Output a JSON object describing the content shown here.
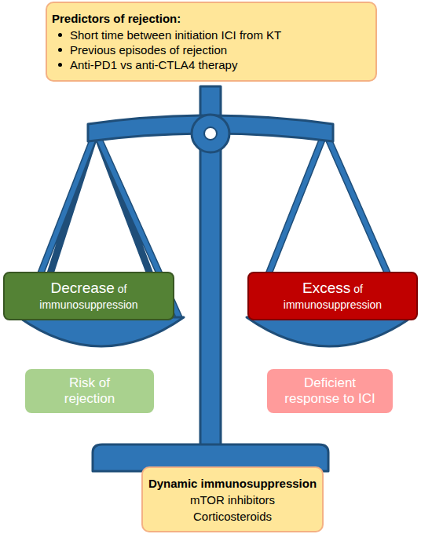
{
  "diagram": {
    "nodes": [
      {
        "text": [
          "Predictors of rejection:",
          "Short time between initiation ICI from KT",
          "Previous episodes of rejection",
          "Anti-PD1 vs anti-CTLA4 therapy"
        ]
      },
      {
        "text": [
          "Decrease of immunosuppression"
        ]
      },
      {
        "text": [
          "Excess of immunosuppression"
        ]
      },
      {
        "text": [
          "Risk of rejection"
        ]
      },
      {
        "text": [
          "Deficient response to ICI"
        ]
      },
      {
        "text": [
          "Dynamic immunosuppression",
          "mTOR inhibitors",
          "Corticosteroids"
        ]
      }
    ]
  }
}
